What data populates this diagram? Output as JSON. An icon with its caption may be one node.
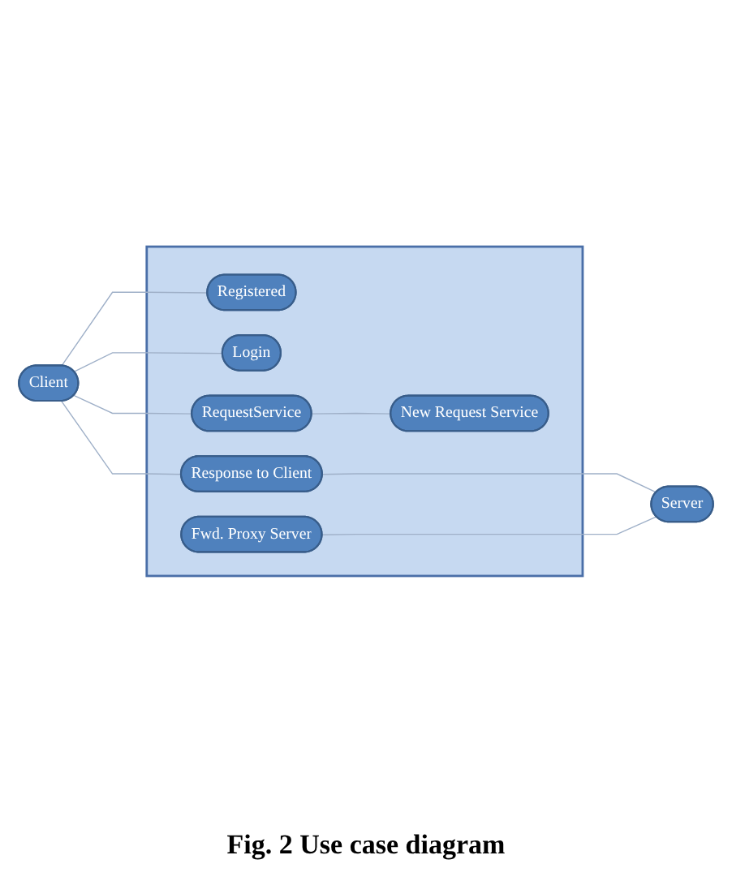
{
  "diagram": {
    "caption": "Fig. 2 Use case diagram",
    "nodes": [
      {
        "text": [
          "Client"
        ]
      },
      {
        "text": [],
        "shape": "box"
      },
      {
        "text": [
          "Registered"
        ],
        "in": 1
      },
      {
        "text": [
          "Login"
        ],
        "in": 1
      },
      {
        "text": [
          "RequestService"
        ],
        "in": 1
      },
      {
        "text": [
          "New Request Service"
        ],
        "in": 1
      },
      {
        "text": [
          "Response to Client"
        ],
        "in": 1
      },
      {
        "text": [
          "Fwd. Proxy Server"
        ],
        "in": 1
      },
      {
        "text": [
          "Server"
        ]
      }
    ],
    "edges": [
      {
        "from": 0,
        "to": 2,
        "arrow": "none"
      },
      {
        "from": 0,
        "to": 3,
        "arrow": "none"
      },
      {
        "from": 0,
        "to": 4,
        "arrow": "none"
      },
      {
        "from": 4,
        "to": 5,
        "arrow": "none"
      },
      {
        "from": 0,
        "to": 6,
        "arrow": "none"
      },
      {
        "from": 6,
        "to": 8,
        "arrow": "none"
      },
      {
        "from": 7,
        "to": 8,
        "arrow": "none"
      }
    ]
  }
}
